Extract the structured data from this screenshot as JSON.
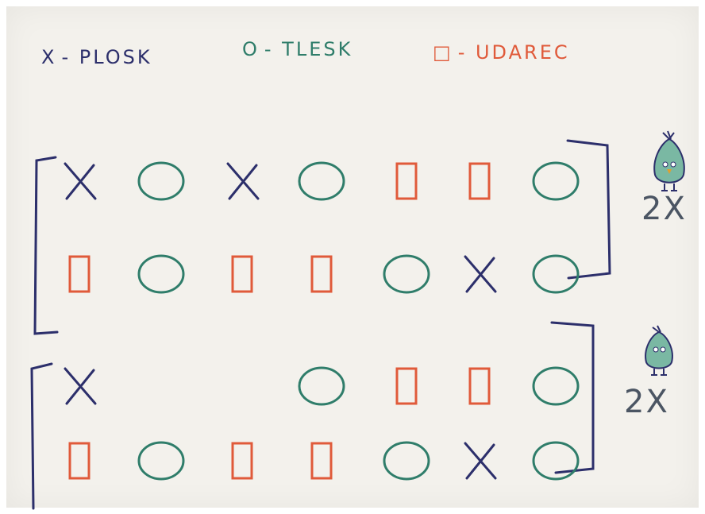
{
  "legend": [
    {
      "glyph": "X",
      "label": "- PLOSK",
      "color": "#2c2f6b"
    },
    {
      "glyph": "O",
      "label": "- TLESK",
      "color": "#2f7d6a"
    },
    {
      "glyph": "□",
      "label": "- UDAREC",
      "color": "#e05a3a"
    }
  ],
  "sections": [
    {
      "repeat": "2X",
      "rows": [
        [
          "X",
          "O",
          "X",
          "O",
          "□",
          "□",
          "O"
        ],
        [
          "□",
          "O",
          "□",
          "□",
          "O",
          "X",
          "O"
        ]
      ]
    },
    {
      "repeat": "2X",
      "rows": [
        [
          "X",
          "",
          "",
          "O",
          "□",
          "□",
          "O"
        ],
        [
          "□",
          "O",
          "□",
          "□",
          "O",
          "X",
          "O"
        ]
      ]
    }
  ],
  "colors": {
    "plosk": "#2c2f6b",
    "tlesk": "#2f7d6a",
    "udarec": "#e05a3a",
    "paper": "#f3f1ec"
  },
  "icons": {
    "bird1": "onion-bird-icon",
    "bird2": "onion-bird-icon"
  }
}
